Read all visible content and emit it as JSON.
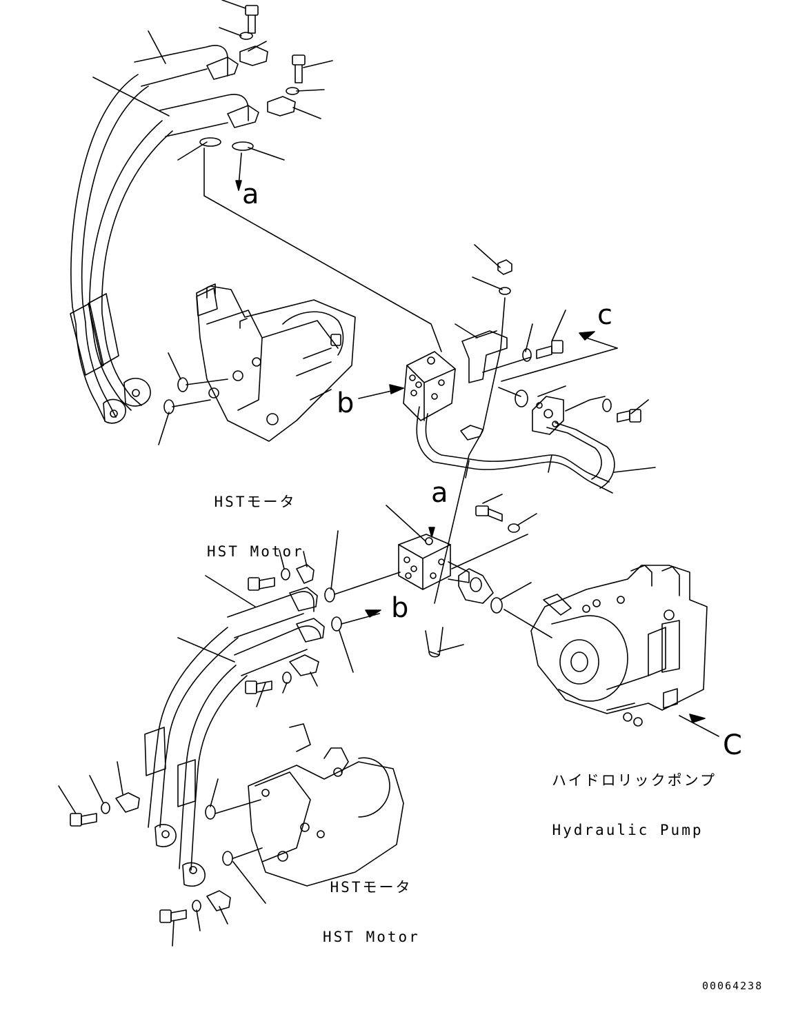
{
  "labels": {
    "motor_top_jp": "HSTモータ",
    "motor_top_en": "HST Motor",
    "motor_bottom_jp": "HSTモータ",
    "motor_bottom_en": "HST Motor",
    "pump_jp": "ハイドロリックポンプ",
    "pump_en": "Hydraulic Pump"
  },
  "view_markers": {
    "a_top": "a",
    "a_mid": "a",
    "b_left": "b",
    "b_mid": "b",
    "c_top": "c",
    "c_right": "C"
  },
  "document_number": "00064238"
}
